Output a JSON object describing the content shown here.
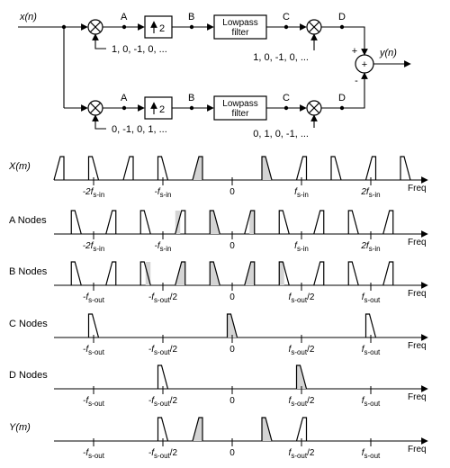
{
  "block_diagram": {
    "input_label": "x(n)",
    "output_label": "y(n)",
    "node_labels": [
      "A",
      "B",
      "C",
      "D"
    ],
    "upsampler_label": "2",
    "filter_label_line1": "Lowpass",
    "filter_label_line2": "filter",
    "top_path": {
      "pre_mixer_sequence": "1, 0, -1, 0, ...",
      "post_mixer_sequence": "1, 0, -1, 0, ..."
    },
    "bottom_path": {
      "pre_mixer_sequence": "0, -1, 0, 1, ...",
      "post_mixer_sequence": "0, 1, 0, -1, ..."
    },
    "adder_signs": {
      "top": "+",
      "bottom": "-",
      "center": "+"
    }
  },
  "spectra": {
    "freq_label": "Freq",
    "rows": [
      {
        "label": "X(m)",
        "italic": true,
        "ticks": [
          {
            "x": -2,
            "main": "-2f",
            "sub": "s-in"
          },
          {
            "x": -1,
            "main": "-f",
            "sub": "s-in"
          },
          {
            "x": 0,
            "main": "0",
            "sub": ""
          },
          {
            "x": 1,
            "main": "f",
            "sub": "s-in"
          },
          {
            "x": 2,
            "main": "2f",
            "sub": "s-in"
          }
        ],
        "shapes": [
          {
            "c": -2.5,
            "o": "R",
            "s": ""
          },
          {
            "c": -2,
            "o": "L",
            "s": ""
          },
          {
            "c": -1.5,
            "o": "R",
            "s": ""
          },
          {
            "c": -1,
            "o": "L",
            "s": ""
          },
          {
            "c": -0.5,
            "o": "R",
            "s": "full"
          },
          {
            "c": 0.5,
            "o": "L",
            "s": "full"
          },
          {
            "c": 1,
            "o": "R",
            "s": ""
          },
          {
            "c": 1.5,
            "o": "L",
            "s": ""
          },
          {
            "c": 2,
            "o": "R",
            "s": ""
          },
          {
            "c": 2.5,
            "o": "L",
            "s": ""
          }
        ]
      },
      {
        "label": "A Nodes",
        "italic": false,
        "ticks": [
          {
            "x": -2,
            "main": "-2f",
            "sub": "s-in"
          },
          {
            "x": -1,
            "main": "-f",
            "sub": "s-in"
          },
          {
            "x": 0,
            "main": "0",
            "sub": ""
          },
          {
            "x": 1,
            "main": "f",
            "sub": "s-in"
          },
          {
            "x": 2,
            "main": "2f",
            "sub": "s-in"
          }
        ],
        "shapes": [
          {
            "c": -2.25,
            "o": "L",
            "s": ""
          },
          {
            "c": -1.75,
            "o": "R",
            "s": ""
          },
          {
            "c": -1.25,
            "o": "L",
            "s": ""
          },
          {
            "c": -0.75,
            "o": "R",
            "s": "half-L"
          },
          {
            "c": -0.25,
            "o": "L",
            "s": "full"
          },
          {
            "c": 0.25,
            "o": "R",
            "s": "half-R"
          },
          {
            "c": 0.75,
            "o": "L",
            "s": ""
          },
          {
            "c": 1.25,
            "o": "R",
            "s": ""
          },
          {
            "c": 1.75,
            "o": "L",
            "s": ""
          },
          {
            "c": 2.25,
            "o": "R",
            "s": ""
          }
        ]
      },
      {
        "label": "B Nodes",
        "italic": false,
        "ticks": [
          {
            "x": -2,
            "main": "-f",
            "sub": "s-out"
          },
          {
            "x": -1,
            "main": "-f",
            "sub": "s-out",
            "suffix": "/2"
          },
          {
            "x": 0,
            "main": "0",
            "sub": ""
          },
          {
            "x": 1,
            "main": "f",
            "sub": "s-out",
            "suffix": "/2"
          },
          {
            "x": 2,
            "main": "f",
            "sub": "s-out"
          }
        ],
        "shapes": [
          {
            "c": -2.25,
            "o": "L",
            "s": ""
          },
          {
            "c": -1.75,
            "o": "R",
            "s": ""
          },
          {
            "c": -1.25,
            "o": "L",
            "s": "half-R"
          },
          {
            "c": -0.75,
            "o": "R",
            "s": "full"
          },
          {
            "c": -0.25,
            "o": "L",
            "s": "full"
          },
          {
            "c": 0.25,
            "o": "R",
            "s": "full"
          },
          {
            "c": 0.75,
            "o": "L",
            "s": "half-L"
          },
          {
            "c": 1.25,
            "o": "R",
            "s": ""
          },
          {
            "c": 1.75,
            "o": "L",
            "s": ""
          },
          {
            "c": 2.25,
            "o": "R",
            "s": ""
          }
        ]
      },
      {
        "label": "C Nodes",
        "italic": false,
        "ticks": [
          {
            "x": -2,
            "main": "-f",
            "sub": "s-out"
          },
          {
            "x": -1,
            "main": "-f",
            "sub": "s-out",
            "suffix": "/2"
          },
          {
            "x": 0,
            "main": "0",
            "sub": ""
          },
          {
            "x": 1,
            "main": "f",
            "sub": "s-out",
            "suffix": "/2"
          },
          {
            "x": 2,
            "main": "f",
            "sub": "s-out"
          }
        ],
        "shapes": [
          {
            "c": -2,
            "o": "L",
            "s": ""
          },
          {
            "c": 0,
            "o": "L",
            "s": "full"
          },
          {
            "c": 2,
            "o": "L",
            "s": ""
          }
        ]
      },
      {
        "label": "D Nodes",
        "italic": false,
        "ticks": [
          {
            "x": -2,
            "main": "-f",
            "sub": "s-out"
          },
          {
            "x": -1,
            "main": "-f",
            "sub": "s-out",
            "suffix": "/2"
          },
          {
            "x": 0,
            "main": "0",
            "sub": ""
          },
          {
            "x": 1,
            "main": "f",
            "sub": "s-out",
            "suffix": "/2"
          },
          {
            "x": 2,
            "main": "f",
            "sub": "s-out"
          }
        ],
        "shapes": [
          {
            "c": -1,
            "o": "L",
            "s": ""
          },
          {
            "c": 1,
            "o": "L",
            "s": "full"
          }
        ]
      },
      {
        "label": "Y(m)",
        "italic": true,
        "ticks": [
          {
            "x": -2,
            "main": "-f",
            "sub": "s-out"
          },
          {
            "x": -1,
            "main": "-f",
            "sub": "s-out",
            "suffix": "/2"
          },
          {
            "x": 0,
            "main": "0",
            "sub": ""
          },
          {
            "x": 1,
            "main": "f",
            "sub": "s-out",
            "suffix": "/2"
          },
          {
            "x": 2,
            "main": "f",
            "sub": "s-out"
          }
        ],
        "shapes": [
          {
            "c": -1,
            "o": "L",
            "s": ""
          },
          {
            "c": -0.5,
            "o": "R",
            "s": "full"
          },
          {
            "c": 0.5,
            "o": "L",
            "s": "full"
          },
          {
            "c": 1,
            "o": "R",
            "s": ""
          }
        ]
      }
    ]
  },
  "colors": {
    "shade": "#d4d4d4",
    "line": "#000000"
  }
}
